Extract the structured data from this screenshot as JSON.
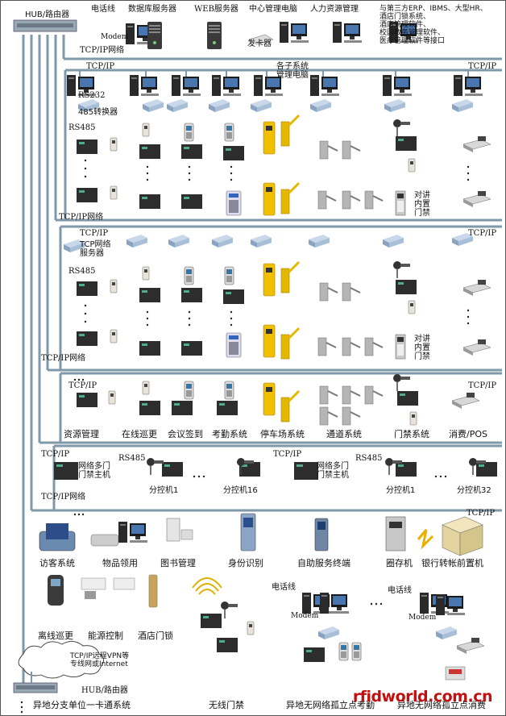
{
  "labels": {
    "hub_top": "HUB/路由器",
    "phone_line_top": "电话线",
    "modem_top": "Modem",
    "db_server": "数据库服务器",
    "web_server": "WEB服务器",
    "center_pc": "中心管理电脑",
    "hr_mgmt": "人力资源管理",
    "third_party": "与第三方ERP、IBMS、大型HR、\n酒店门锁系统、\n酒店管理软件、\n校园教务管理软件、\n医疗管理软件等接口",
    "card_issuer": "发卡器",
    "tcpip_net_top": "TCP/IP网络",
    "tcpip_a1": "TCP/IP",
    "tcpip_a2": "TCP/IP",
    "subsys_pc": "各子系统\n管理电脑",
    "rs232": "RS232",
    "conv_485": "485转换器",
    "rs485_a": "RS485",
    "intercom_a": "对讲\n内置\n门禁",
    "tcpip_net_a": "TCP/IP网络",
    "tcpip_b1": "TCP/IP",
    "tcp_server": "TCP网络\n服务器",
    "rs485_b": "RS485",
    "tcpip_b2": "TCP/IP",
    "intercom_b": "对讲\n内置\n门禁",
    "tcpip_net_b": "TCP/IP网络",
    "tcpip_c1": "TCP/IP",
    "tcpip_c2": "TCP/IP",
    "sys_resource": "资源管理",
    "sys_patrol": "在线巡更",
    "sys_meeting": "会议签到",
    "sys_attendance": "考勤系统",
    "sys_parking": "停车场系统",
    "sys_channel": "通道系统",
    "sys_access": "门禁系统",
    "sys_pos": "消费/POS",
    "tcpip_d1": "TCP/IP",
    "rs485_d1": "RS485",
    "net_door_host1": "网络多门\n门禁主机",
    "sub_ctrl_1a": "分控机1",
    "sub_ctrl_16": "分控机16",
    "tcpip_d2": "TCP/IP",
    "rs485_d2": "RS485",
    "net_door_host2": "网络多门\n门禁主机",
    "sub_ctrl_1b": "分控机1",
    "sub_ctrl_32": "分控机32",
    "tcpip_net_d": "TCP/IP网络",
    "tcpip_e": "TCP/IP",
    "visitor_sys": "访客系统",
    "goods_claim": "物品领用",
    "library_mgmt": "图书管理",
    "identity": "身份识别",
    "self_service": "自助服务终端",
    "locker": "圈存机",
    "bank_transfer": "银行转帐前置机",
    "offline_patrol": "离线巡更",
    "energy_ctrl": "能源控制",
    "hotel_lock": "酒店门锁",
    "phone_line_b1": "电话线",
    "modem_b1": "Modem",
    "phone_line_b2": "电话线",
    "modem_b2": "Modem",
    "remote_vpn": "TCP/IP远程VPN等\n专线网或Internet",
    "hub_bottom": "HUB/路由器",
    "remote_branch": "异地分支单位一卡通系统",
    "wireless_door": "无线门禁",
    "remote_attendance": "异地无网络孤立点考勤",
    "remote_consume": "异地无网络孤立点消费",
    "watermark": "rfidworld.com.cn"
  },
  "colors": {
    "bus": "#7f98aa",
    "bus_dark": "#5d7385",
    "reader_yellow": "#f0c000",
    "turnstile": "#a8a8a8",
    "brand": "#c01010"
  }
}
